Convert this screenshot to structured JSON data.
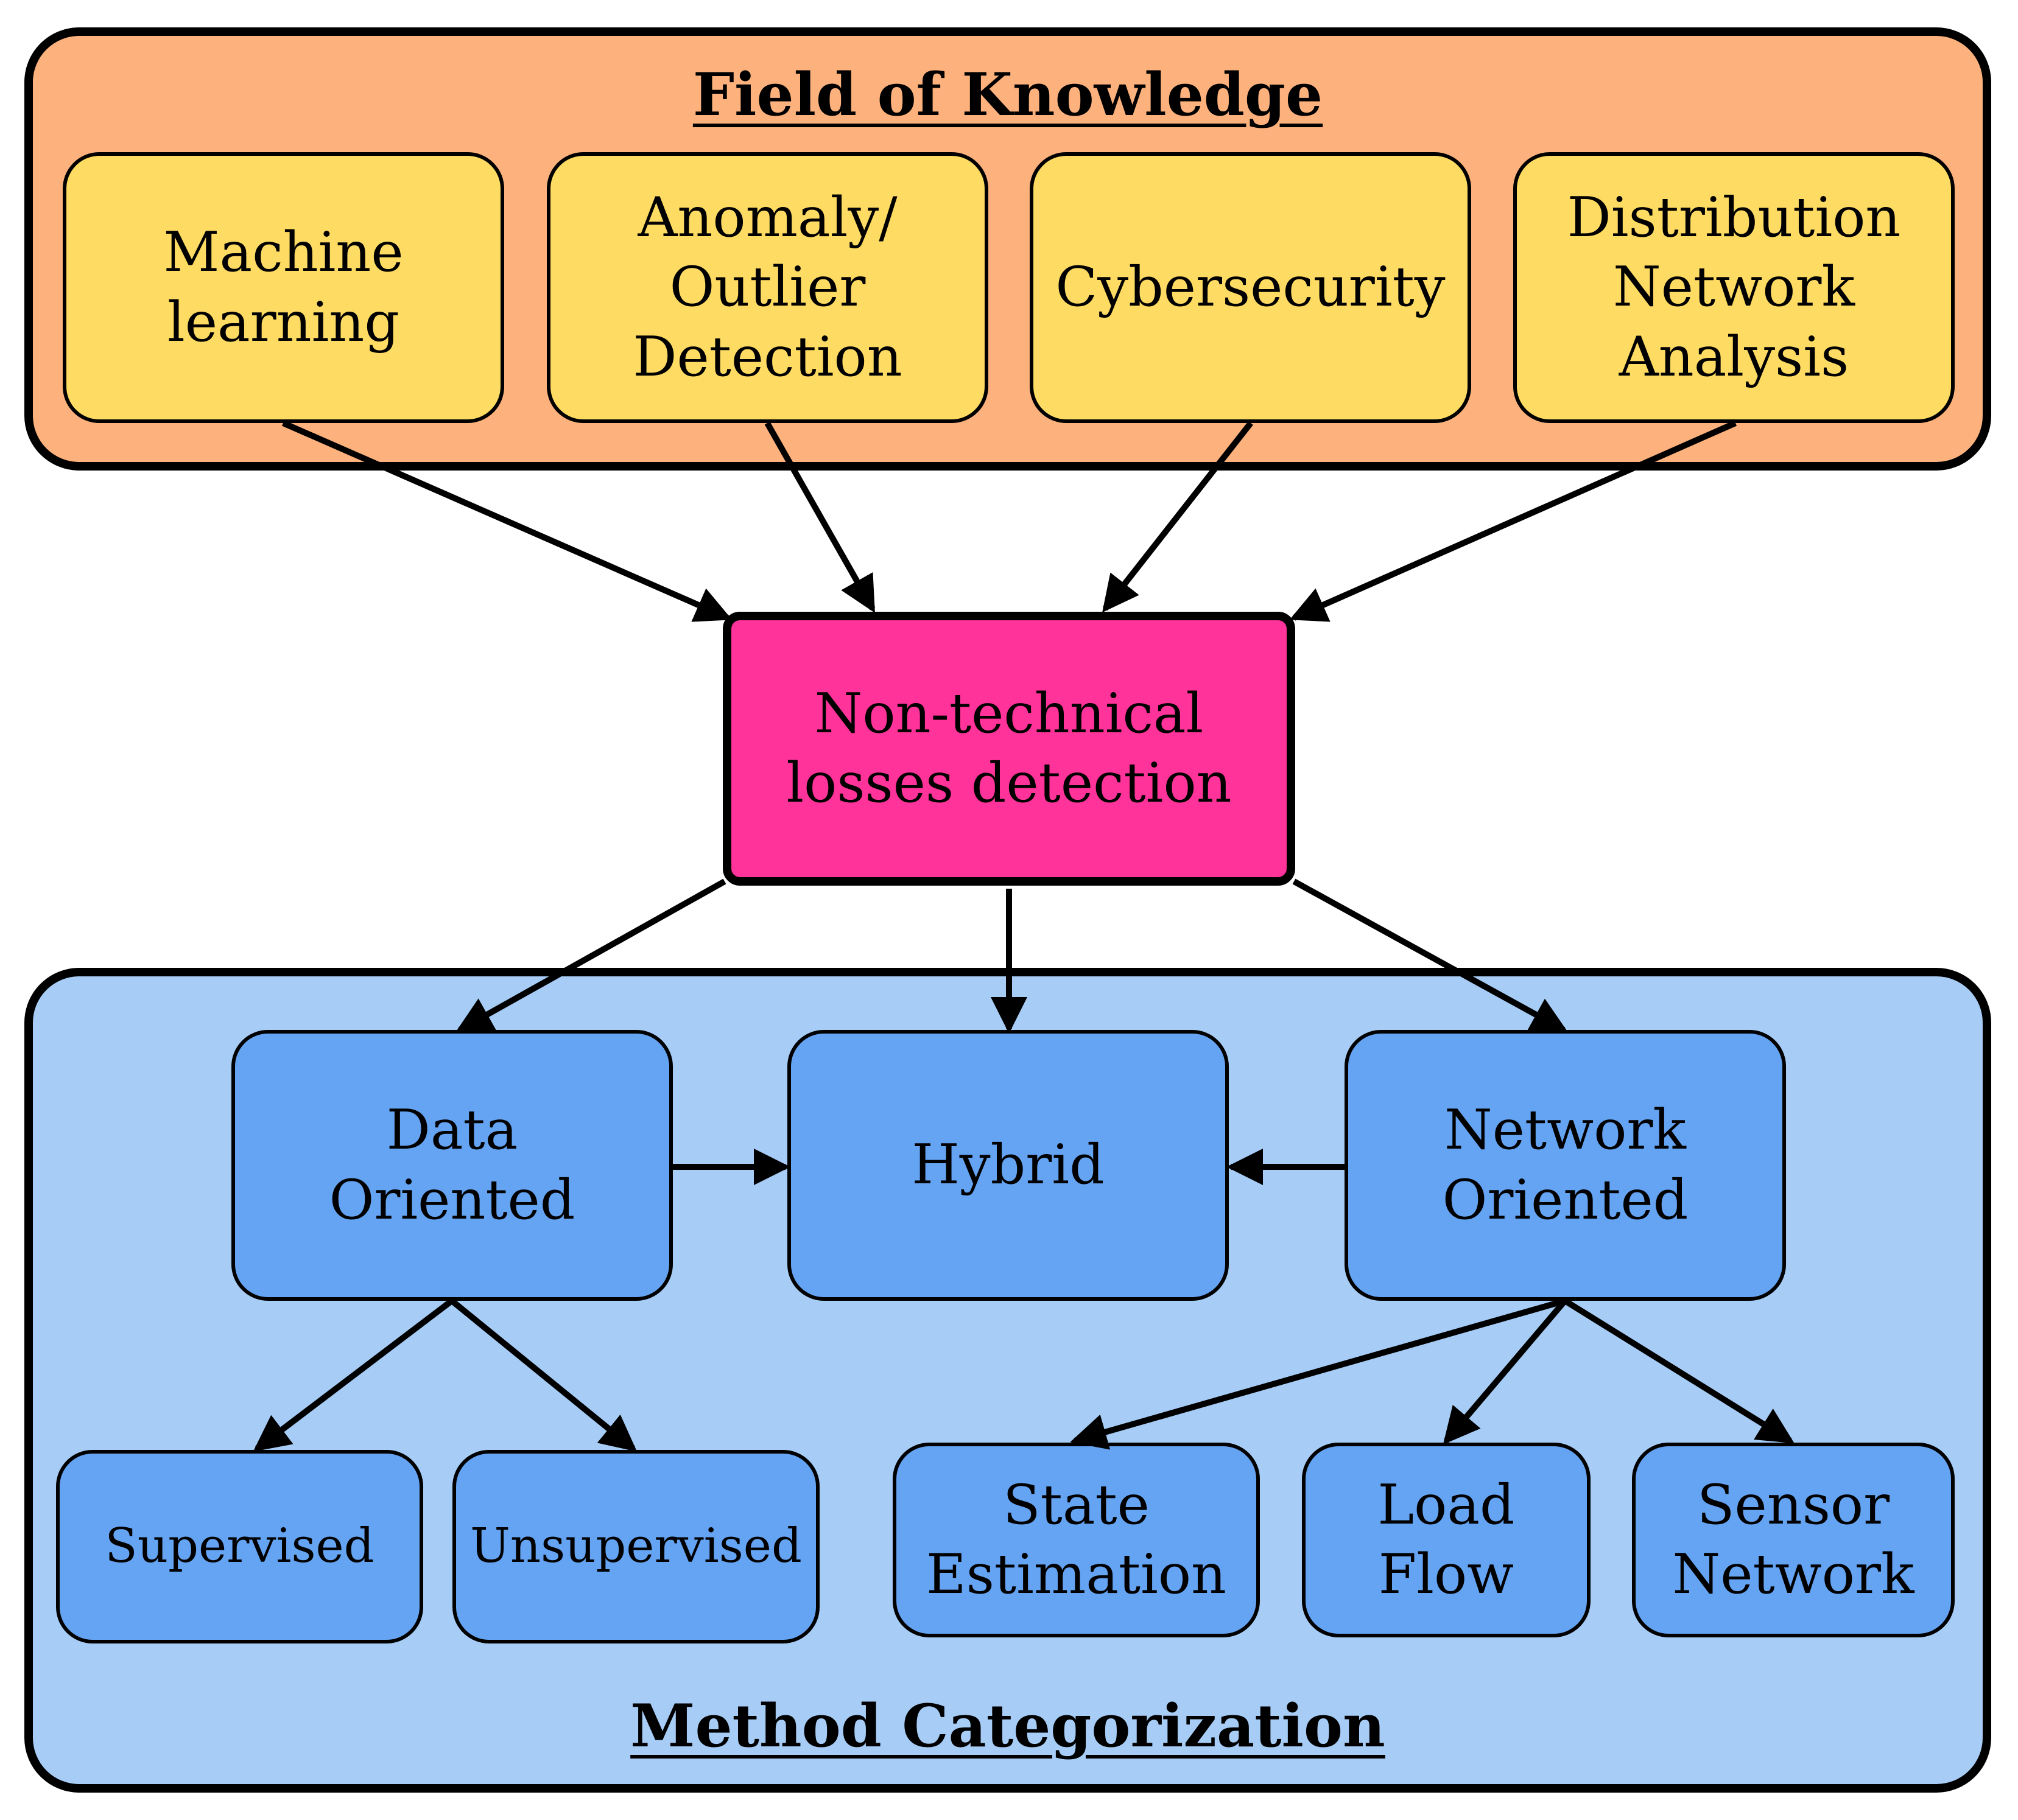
{
  "field_of_knowledge": {
    "title": "Field of Knowledge",
    "items": [
      "Machine\nlearning",
      "Anomaly/\nOutlier\nDetection",
      "Cybersecurity",
      "Distribution\nNetwork\nAnalysis"
    ]
  },
  "center": {
    "label": "Non-technical\nlosses detection"
  },
  "method_categorization": {
    "title": "Method Categorization",
    "categories": [
      "Data\nOriented",
      "Hybrid",
      "Network\nOriented"
    ],
    "data_oriented_children": [
      "Supervised",
      "Unsupervised"
    ],
    "network_oriented_children": [
      "State\nEstimation",
      "Load\nFlow",
      "Sensor\nNetwork"
    ]
  },
  "colors": {
    "field_panel": "#FDB27D",
    "field_item": "#FEDB63",
    "center": "#FF3399",
    "method_panel": "#A7CDF7",
    "method_item": "#65A4F3"
  }
}
